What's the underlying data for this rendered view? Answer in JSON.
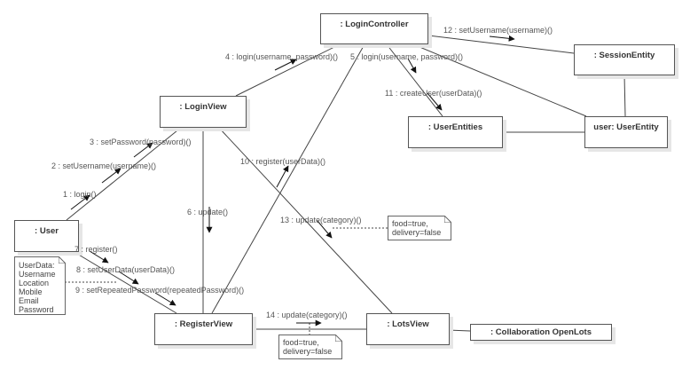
{
  "diagram": {
    "type": "UML communication diagram",
    "objects": [
      {
        "id": "login-controller",
        "label": ": LoginController"
      },
      {
        "id": "session-entity",
        "label": ": SessionEntity"
      },
      {
        "id": "user-entities",
        "label": ": UserEntities"
      },
      {
        "id": "user-entity",
        "label": "user: UserEntity"
      },
      {
        "id": "login-view",
        "label": ": LoginView"
      },
      {
        "id": "user",
        "label": ": User"
      },
      {
        "id": "register-view",
        "label": ": RegisterView"
      },
      {
        "id": "lots-view",
        "label": ": LotsView"
      },
      {
        "id": "collaboration-openlots",
        "label": ": Collaboration OpenLots"
      }
    ],
    "messages": [
      {
        "num": 1,
        "label": "1 : login()",
        "from": "user",
        "to": "login-view"
      },
      {
        "num": 2,
        "label": "2 : setUsername(username)()",
        "from": "user",
        "to": "login-view"
      },
      {
        "num": 3,
        "label": "3 : setPassword(password)()",
        "from": "user",
        "to": "login-view"
      },
      {
        "num": 4,
        "label": "4 : login(username, password)()",
        "from": "login-view",
        "to": "login-controller"
      },
      {
        "num": 5,
        "label": "5 : login(username, password)()",
        "from": "login-controller",
        "to": "user-entities"
      },
      {
        "num": 6,
        "label": "6 : update()",
        "from": "login-view",
        "to": "register-view"
      },
      {
        "num": 7,
        "label": "7 : register()",
        "from": "user",
        "to": "register-view"
      },
      {
        "num": 8,
        "label": "8 : setUserData(userData)()",
        "from": "user",
        "to": "register-view"
      },
      {
        "num": 9,
        "label": "9 : setRepeatedPassword(repeatedPassword)()",
        "from": "user",
        "to": "register-view"
      },
      {
        "num": 10,
        "label": "10 : register(userData)()",
        "from": "register-view",
        "to": "login-controller"
      },
      {
        "num": 11,
        "label": "11 : createUser(userData)()",
        "from": "login-controller",
        "to": "user-entities"
      },
      {
        "num": 12,
        "label": "12 : setUsername(username)()",
        "from": "login-controller",
        "to": "session-entity"
      },
      {
        "num": 13,
        "label": "13 : update(category)()",
        "from": "login-view",
        "to": "lots-view"
      },
      {
        "num": 14,
        "label": "14 : update(category)()",
        "from": "register-view",
        "to": "lots-view"
      }
    ],
    "notes": [
      {
        "id": "userdata-note",
        "lines": [
          "UserData:",
          "Username",
          "Location",
          "Mobile",
          "Email",
          "Password"
        ]
      },
      {
        "id": "category-note-13",
        "lines": [
          "food=true,",
          "delivery=false"
        ]
      },
      {
        "id": "category-note-14",
        "lines": [
          "food=true,",
          "delivery=false"
        ]
      }
    ]
  }
}
